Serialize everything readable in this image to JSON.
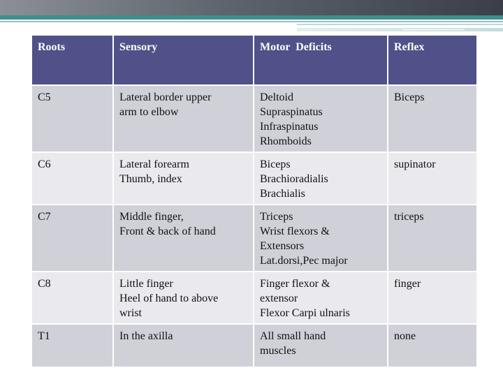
{
  "table": {
    "headers": [
      "Roots",
      "Sensory",
      "Motor  Deficits",
      "Reflex"
    ],
    "rows": [
      {
        "root": "C5",
        "sensory": [
          "Lateral border upper",
          "arm to elbow"
        ],
        "motor": [
          "Deltoid",
          "Supraspinatus",
          "Infraspinatus",
          "Rhomboids"
        ],
        "reflex": "Biceps"
      },
      {
        "root": "C6",
        "sensory": [
          "Lateral forearm",
          "Thumb, index"
        ],
        "motor": [
          "Biceps",
          "Brachioradialis",
          "Brachialis"
        ],
        "reflex": "supinator"
      },
      {
        "root": "C7",
        "sensory": [
          "Middle finger,",
          "Front & back of hand"
        ],
        "motor": [
          "Triceps",
          "Wrist flexors &",
          "Extensors",
          "Lat.dorsi,Pec major"
        ],
        "reflex": "triceps"
      },
      {
        "root": "C8",
        "sensory": [
          "Little finger",
          "Heel of hand to above",
          "wrist"
        ],
        "motor": [
          "Finger flexor &",
          "extensor",
          "Flexor Carpi ulnaris"
        ],
        "reflex": "finger"
      },
      {
        "root": "T1",
        "sensory": [
          "In the axilla"
        ],
        "motor": [
          "All small hand",
          "muscles"
        ],
        "reflex": "none"
      }
    ]
  },
  "colors": {
    "header_bg": "#4f5188",
    "row_odd_bg": "#d0d0d8",
    "row_even_bg": "#e9e9ee",
    "banner_teal": "#3e8e8e"
  }
}
